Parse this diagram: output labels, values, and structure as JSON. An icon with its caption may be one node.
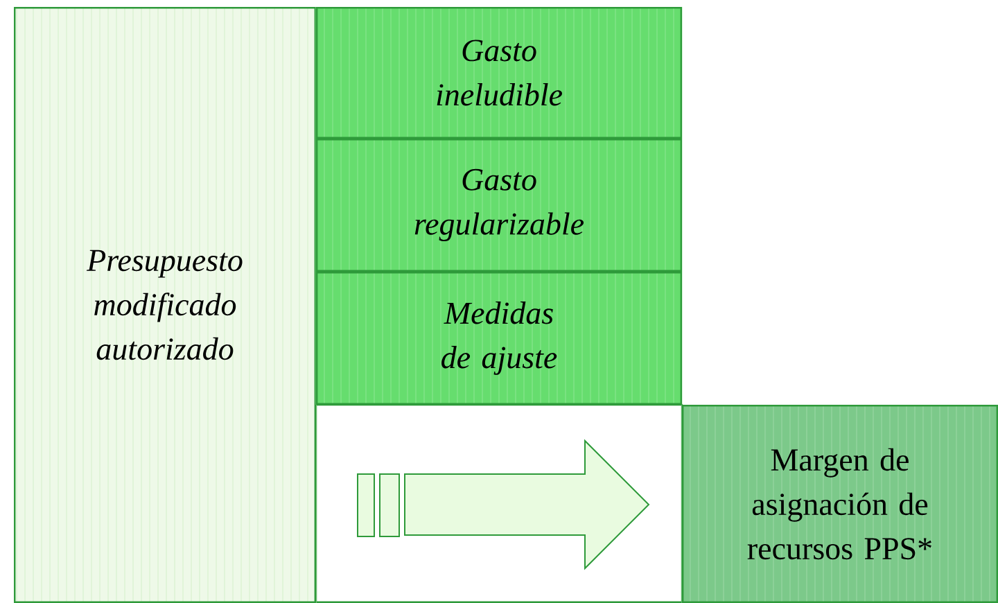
{
  "diagram": {
    "nodes": [
      {
        "text": [
          "Presupuesto modificado autorizado"
        ]
      },
      {
        "text": [
          "Gasto ineludible"
        ]
      },
      {
        "text": [
          "Gasto regularizable"
        ]
      },
      {
        "text": [
          "Medidas de ajuste"
        ]
      },
      {
        "text": [
          "Margen de asignación de recursos PPS*"
        ]
      }
    ],
    "edges": [
      {
        "from": null,
        "to": 4,
        "arrow": "to"
      }
    ]
  }
}
